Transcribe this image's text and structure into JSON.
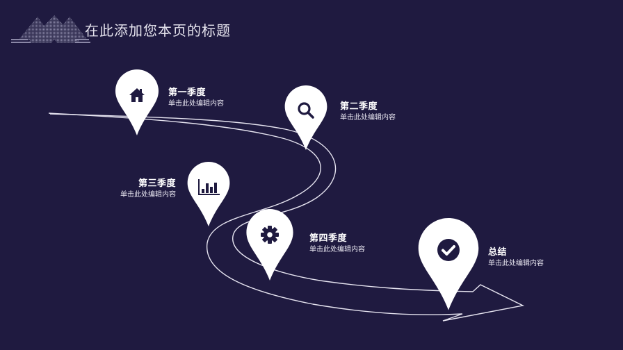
{
  "header": {
    "title": "在此添加您本页的标题",
    "logo_icon": "pyramids-logo-icon"
  },
  "colors": {
    "background": "#1f1a40",
    "pin": "#ffffff",
    "icon": "#1f1a40",
    "road": "#e6e4f0",
    "text": "#ffffff"
  },
  "milestones": [
    {
      "title": "第一季度",
      "desc": "单击此处编辑内容",
      "icon": "home-icon"
    },
    {
      "title": "第二季度",
      "desc": "单击此处编辑内容",
      "icon": "search-icon"
    },
    {
      "title": "第三季度",
      "desc": "单击此处编辑内容",
      "icon": "bar-chart-icon"
    },
    {
      "title": "第四季度",
      "desc": "单击此处编辑内容",
      "icon": "gear-icon"
    },
    {
      "title": "总结",
      "desc": "单击此处编辑内容",
      "icon": "check-circle-icon"
    }
  ]
}
